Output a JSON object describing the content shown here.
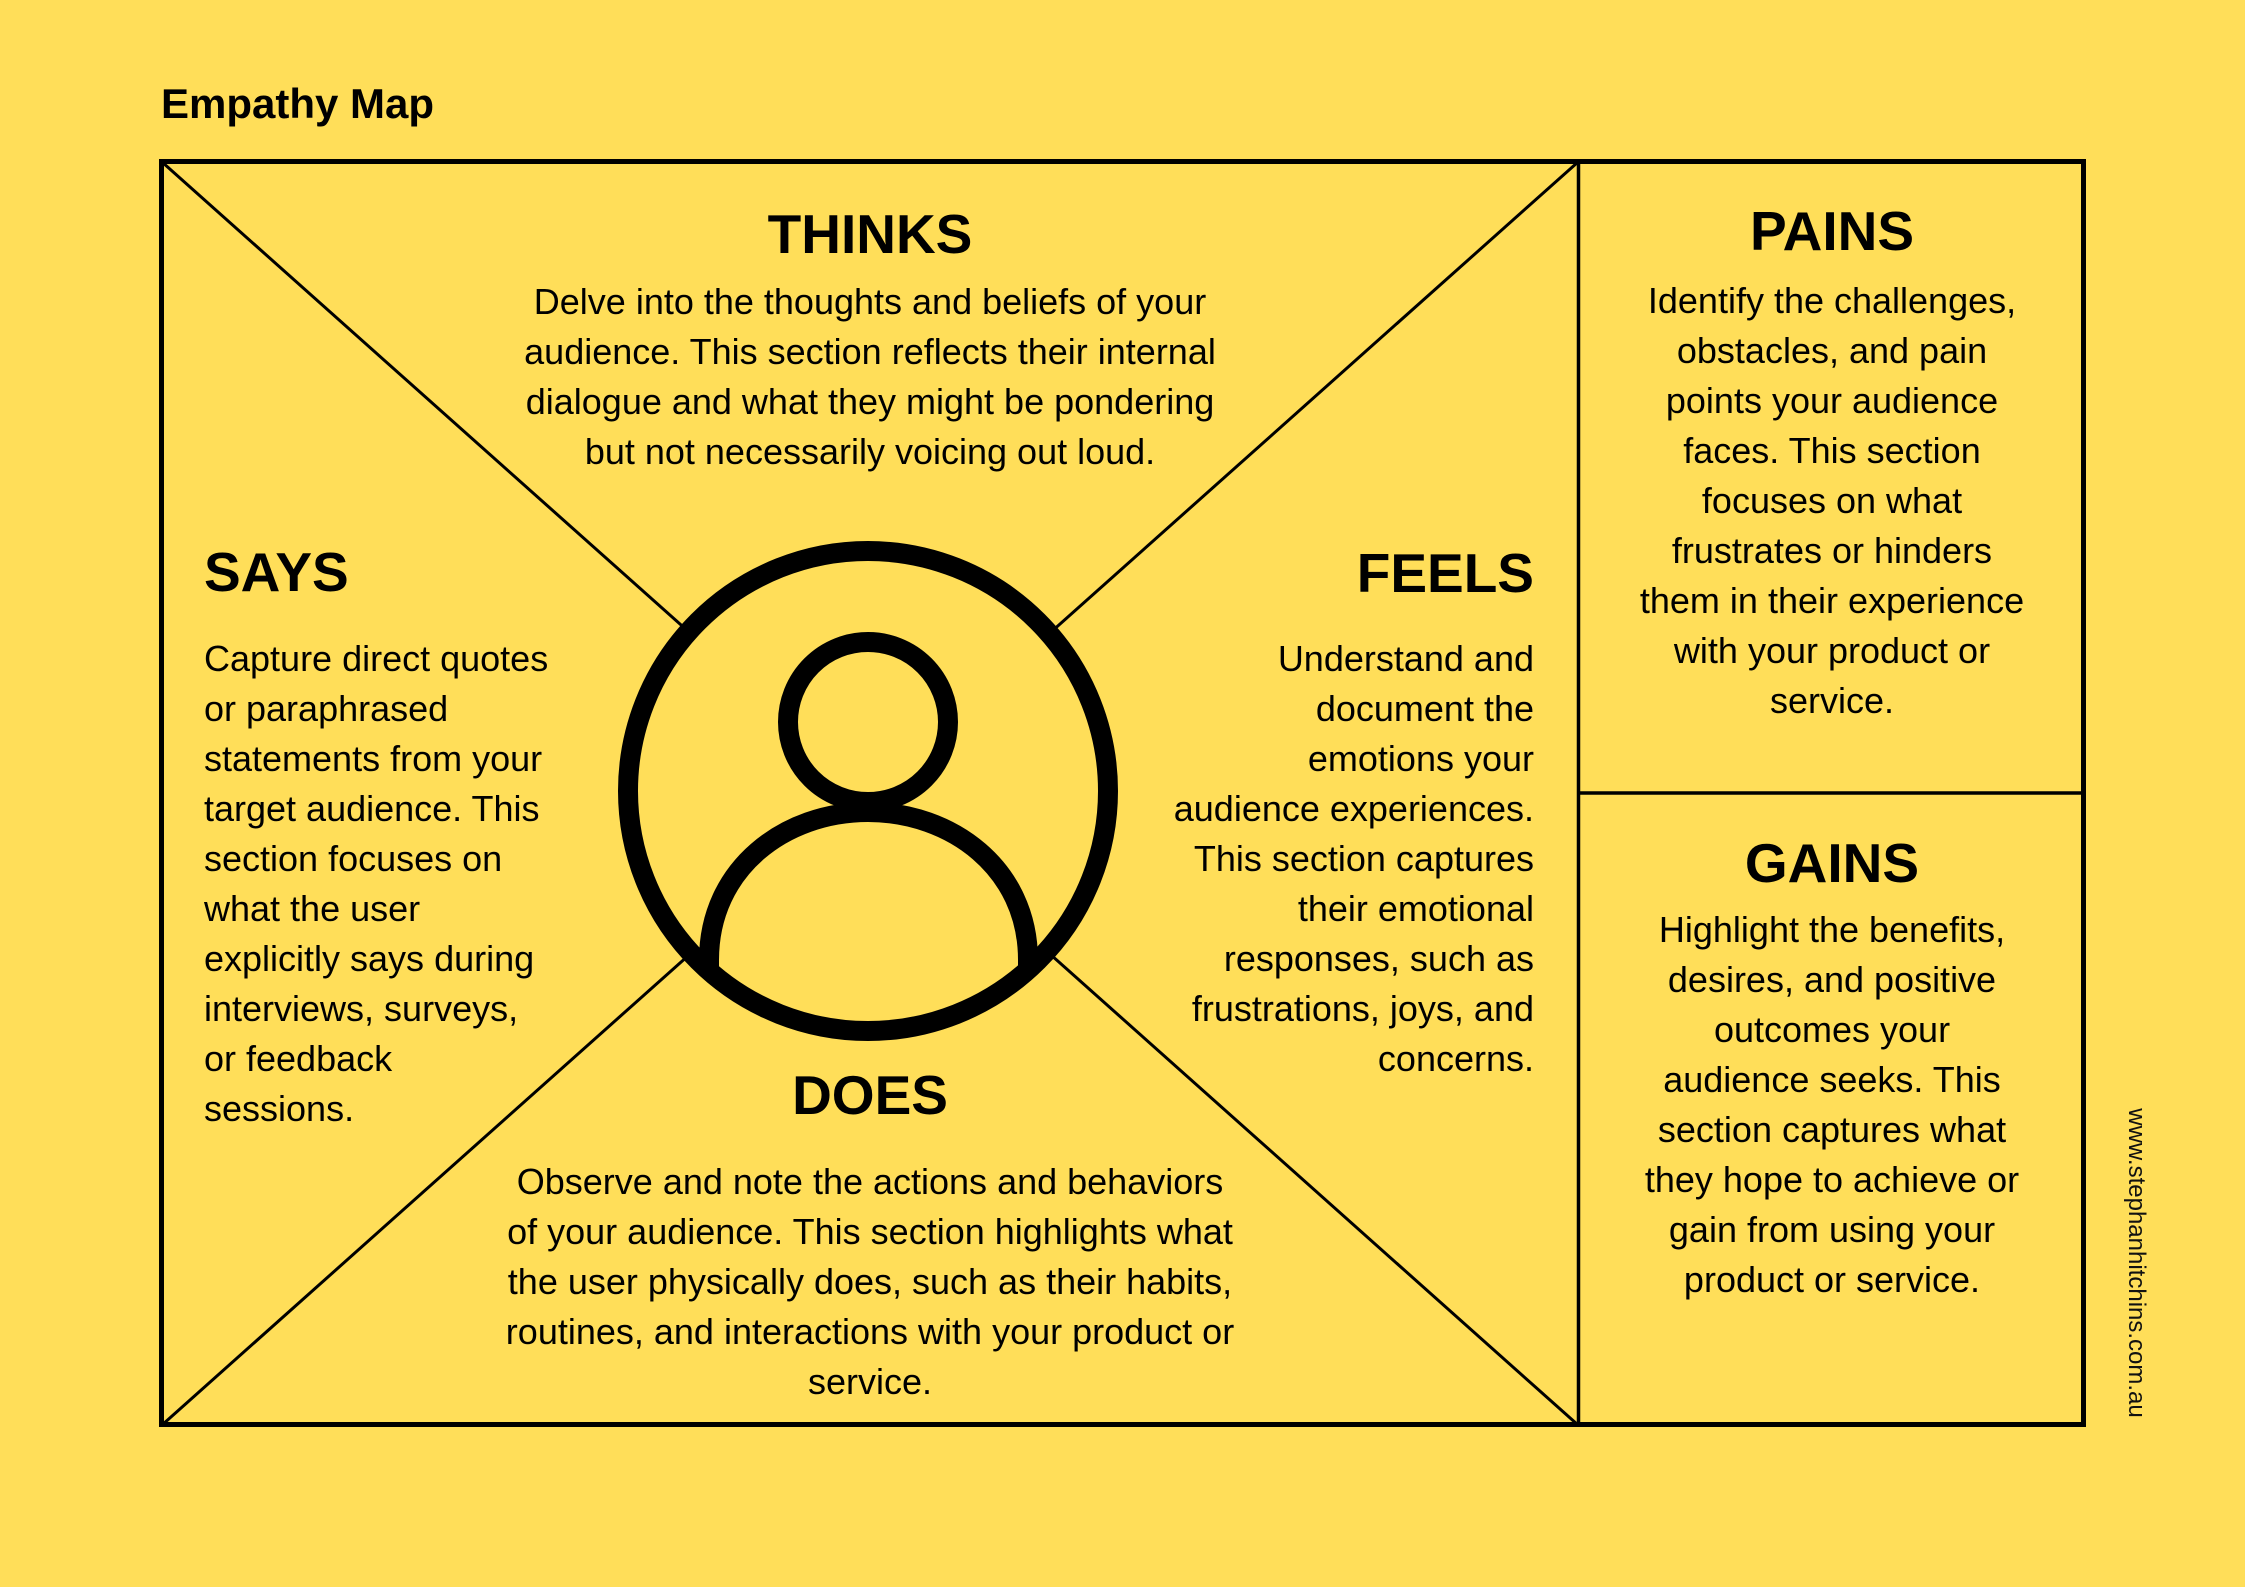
{
  "header": {
    "title": "Empathy Map"
  },
  "colors": {
    "background": "#FFDE59",
    "lines": "#000000",
    "text": "#000000"
  },
  "icon": {
    "name": "user-avatar-icon"
  },
  "thinks": {
    "heading": "THINKS",
    "lines": [
      "Delve into the thoughts and beliefs of your",
      "audience. This section reflects their internal",
      "dialogue and what they might be pondering",
      "but not necessarily voicing out loud."
    ]
  },
  "says": {
    "heading": "SAYS",
    "lines": [
      "Capture direct quotes",
      "or paraphrased",
      "statements from your",
      "target audience. This",
      "section focuses on",
      "what the user",
      "explicitly says during",
      "interviews, surveys,",
      "or feedback",
      "sessions."
    ]
  },
  "feels": {
    "heading": "FEELS",
    "lines": [
      "Understand and",
      "document the",
      "emotions your",
      "audience experiences.",
      "This section captures",
      "their emotional",
      "responses, such as",
      "frustrations, joys, and",
      "concerns."
    ]
  },
  "does": {
    "heading": "DOES",
    "lines": [
      "Observe and note the actions and behaviors",
      "of your audience. This section highlights what",
      "the user physically does, such as their habits,",
      "routines, and interactions with your product or",
      "service."
    ]
  },
  "pains": {
    "heading": "PAINS",
    "lines": [
      "Identify the challenges,",
      "obstacles, and pain",
      "points your audience",
      "faces. This section",
      "focuses on what",
      "frustrates or hinders",
      "them in their experience",
      "with your product or",
      "service."
    ]
  },
  "gains": {
    "heading": "GAINS",
    "lines": [
      "Highlight the benefits,",
      "desires, and positive",
      "outcomes your",
      "audience seeks. This",
      "section captures what",
      "they hope to achieve or",
      "gain from using your",
      "product or service."
    ]
  },
  "footer": {
    "url": "www.stephanhitchins.com.au"
  }
}
